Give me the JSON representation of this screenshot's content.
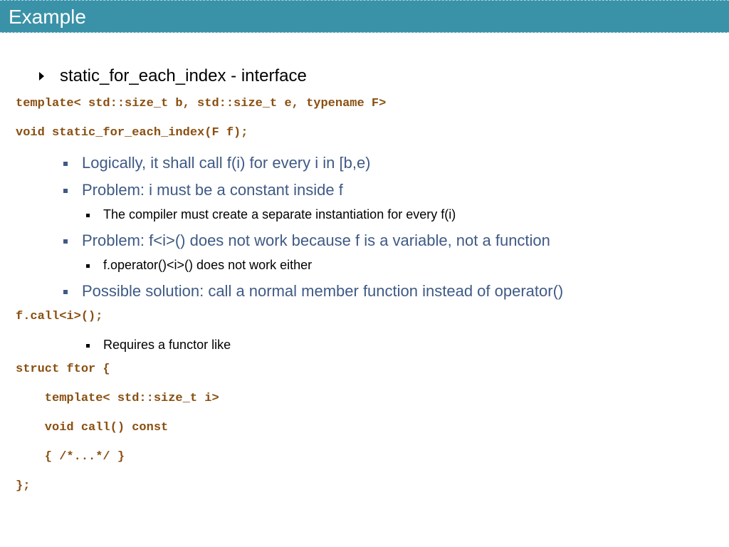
{
  "slide": {
    "title": "Example",
    "heading": "static_for_each_index - interface",
    "code1": [
      "template< std::size_t b, std::size_t e, typename F>",
      "void static_for_each_index(F f);"
    ],
    "bullet_1": "Logically, it shall call f(i) for every i in [b,e)",
    "bullet_2": "Problem: i must be a constant inside f",
    "bullet_2_sub": "The compiler must create a separate instantiation for every f(i)",
    "bullet_3": "Problem: f<i>() does not work because f is a variable, not a function",
    "bullet_3_sub": "f.operator()<i>() does not work either",
    "bullet_4": "Possible solution: call a normal member function instead of operator()",
    "code2": "f.call<i>();",
    "bullet_4_sub": "Requires a functor like",
    "code3": [
      "struct ftor {",
      "    template< std::size_t i>",
      "    void call() const",
      "    { /*...*/ }",
      "};"
    ]
  },
  "colors": {
    "title_bar": "#3a92a8",
    "bullet_text": "#3f5a85",
    "code_text": "#8a4f10"
  }
}
